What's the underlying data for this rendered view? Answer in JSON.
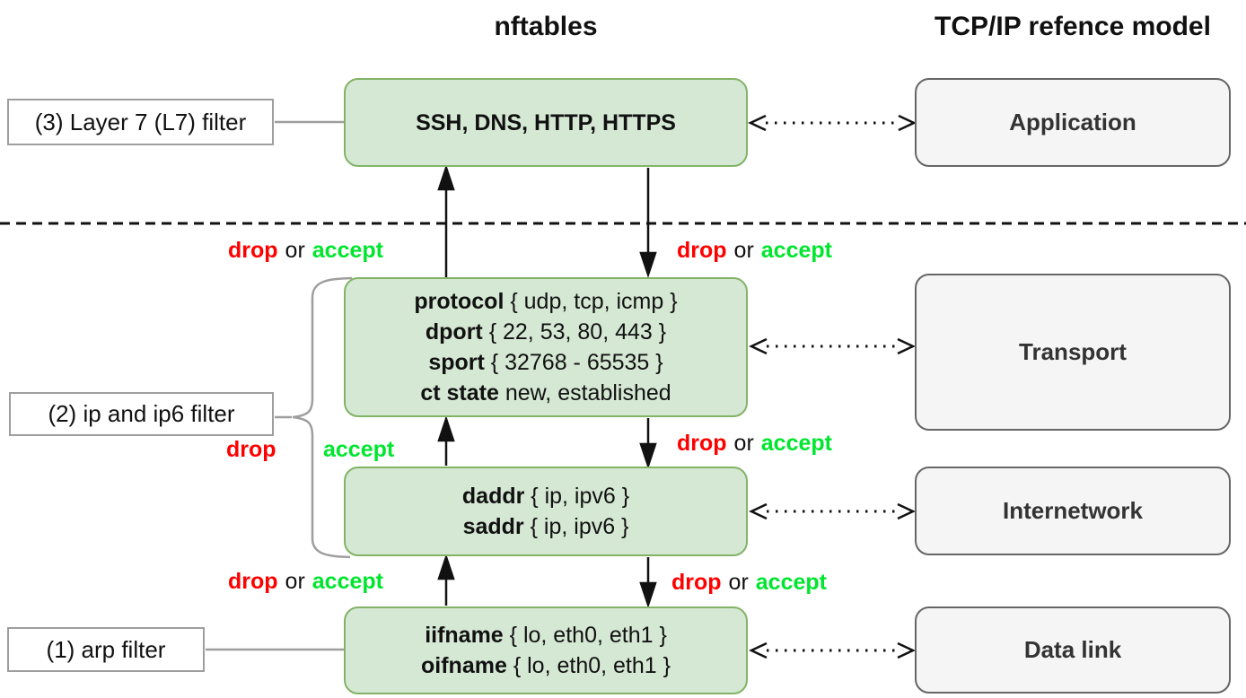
{
  "titles": {
    "left": "nftables",
    "right": "TCP/IP refence model"
  },
  "side_labels": [
    {
      "text": "(3) Layer 7 (L7) filter"
    },
    {
      "text": "(2) ip and ip6 filter"
    },
    {
      "text": "(1) arp filter"
    }
  ],
  "nft_boxes": [
    {
      "lines": [
        {
          "keyword": "SSH, DNS, HTTP, HTTPS",
          "rest": ""
        }
      ]
    },
    {
      "lines": [
        {
          "keyword": "protocol",
          "rest": " { udp, tcp, icmp }"
        },
        {
          "keyword": "dport",
          "rest": " { 22, 53, 80, 443 }"
        },
        {
          "keyword": "sport",
          "rest": " { 32768 - 65535 }"
        },
        {
          "keyword": "ct state",
          "rest": " new, established"
        }
      ]
    },
    {
      "lines": [
        {
          "keyword": "daddr",
          "rest": " { ip, ipv6 }"
        },
        {
          "keyword": "saddr",
          "rest": " { ip, ipv6 }"
        }
      ]
    },
    {
      "lines": [
        {
          "keyword": "iifname",
          "rest": " { lo, eth0, eth1 }"
        },
        {
          "keyword": "oifname",
          "rest": " { lo, eth0, eth1 }"
        }
      ]
    }
  ],
  "tcpip_boxes": [
    {
      "label": "Application"
    },
    {
      "label": "Transport"
    },
    {
      "label": "Internetwork"
    },
    {
      "label": "Data link"
    }
  ],
  "verdict": {
    "drop": "drop",
    "or": "or",
    "accept": "accept"
  },
  "colors": {
    "drop_text": "#ff0000",
    "accept_text": "#00e62e",
    "nft_box_fill": "#d5e8d4",
    "nft_box_border": "#82b366",
    "tcp_box_fill": "#f5f5f5",
    "tcp_box_border": "#666666",
    "connector_gray": "#9e9e9e"
  }
}
